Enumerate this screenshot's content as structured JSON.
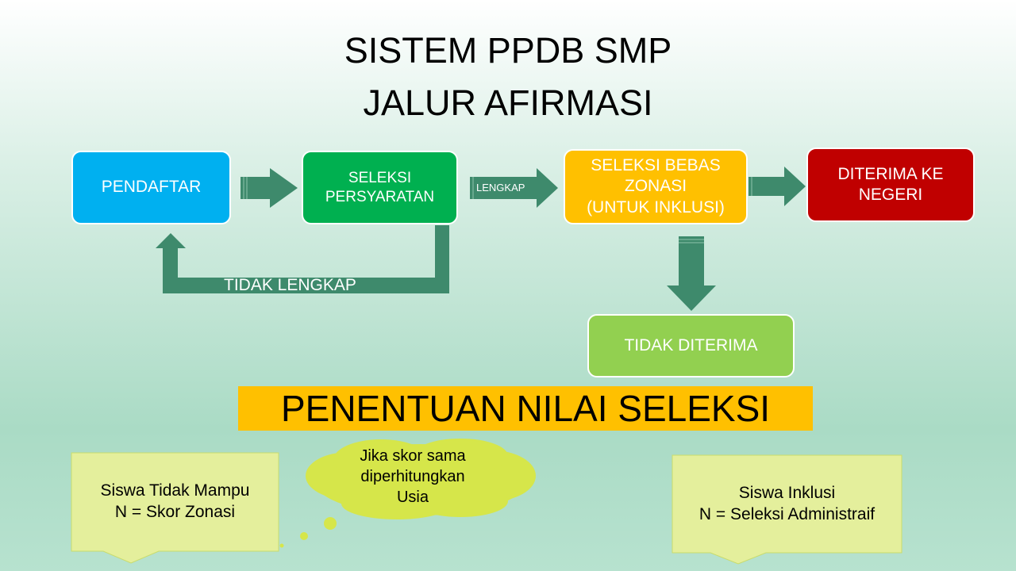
{
  "title": {
    "line1": "SISTEM PPDB SMP",
    "line2": "JALUR AFIRMASI"
  },
  "flow": {
    "pendaftar": "PENDAFTAR",
    "seleksi_persyaratan": "SELEKSI\nPERSYARATAN",
    "lengkap_label": "LENGKAP",
    "seleksi_bebas_zonasi": "SELEKSI BEBAS\nZONASI\n(UNTUK INKLUSI)",
    "diterima": "DITERIMA  KE\nNEGERI",
    "tidak_lengkap_label": "TIDAK LENGKAP",
    "tidak_diterima": "TIDAK DITERIMA"
  },
  "banner": "PENENTUAN NILAI SELEKSI",
  "callouts": {
    "tidak_mampu": "Siswa Tidak Mampu\nN = Skor Zonasi",
    "cloud": "Jika skor sama\ndiperhitungkan\nUsia",
    "inklusi": "Siswa Inklusi\nN = Seleksi Administraif"
  },
  "colors": {
    "blue": "#00b0f0",
    "green": "#00b050",
    "orange": "#ffc000",
    "red": "#c00000",
    "light_green": "#92d050",
    "arrow": "#3e8a6c"
  }
}
